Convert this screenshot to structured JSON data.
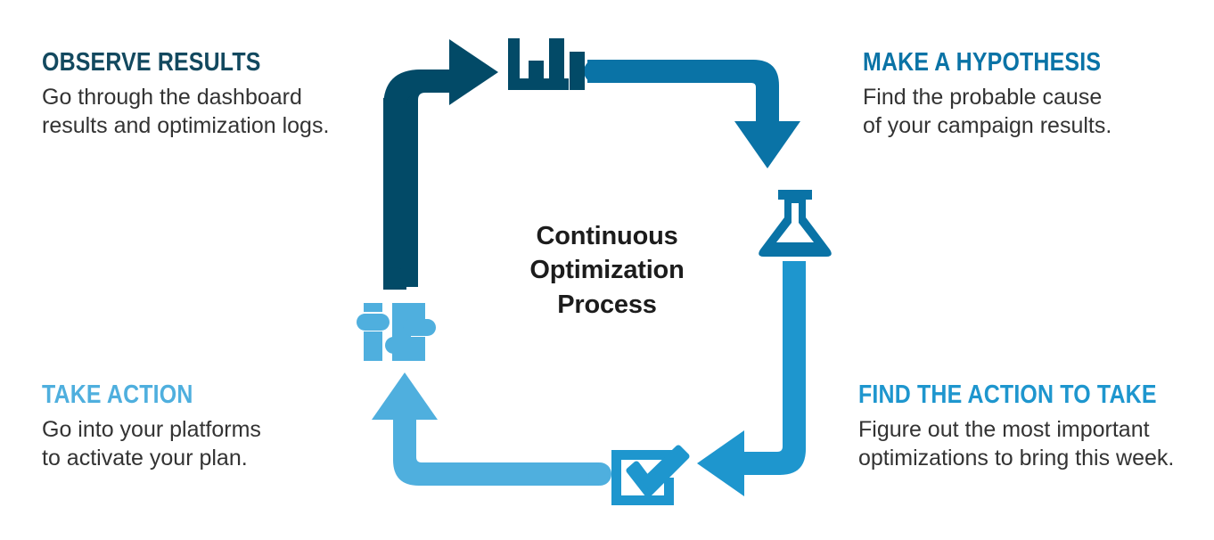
{
  "diagram": {
    "center_title_lines": [
      "Continuous",
      "Optimization",
      "Process"
    ],
    "center_title_line_1": "Continuous",
    "center_title_line_2": "Optimization",
    "center_title_line_3": "Process",
    "background_color": "#ffffff",
    "body_text_color": "#333333",
    "title_text_color": "#1c1c1c"
  },
  "palette": {
    "navy": "#024A67",
    "blue": "#0A73A6",
    "mid_blue": "#1E96CE",
    "light_blue": "#4FAFDE"
  },
  "steps": [
    {
      "id": "observe-results",
      "heading": "OBSERVE RESULTS",
      "body": "Go through the dashboard\nresults and optimization logs.",
      "heading_color": "#13495F",
      "icon": "bar-chart-icon",
      "icon_color": "#024A67",
      "arrow": "arrow-up-right",
      "arrow_color": "#024A67",
      "position": "top-left"
    },
    {
      "id": "make-a-hypothesis",
      "heading": "MAKE A HYPOTHESIS",
      "body": "Find the probable cause\nof your campaign results.",
      "heading_color": "#0A73A6",
      "icon": "flask-icon",
      "icon_color": "#0A73A6",
      "arrow": "arrow-right-down",
      "arrow_color": "#0A73A6",
      "position": "top-right"
    },
    {
      "id": "find-the-action-to-take",
      "heading": "FIND THE ACTION TO TAKE",
      "body": "Figure out the most important\noptimizations to bring this week.",
      "heading_color": "#1E96CE",
      "icon": "checkbox-check-icon",
      "icon_color": "#1E96CE",
      "arrow": "arrow-down-left",
      "arrow_color": "#1E96CE",
      "position": "bottom-right"
    },
    {
      "id": "take-action",
      "heading": "TAKE ACTION",
      "body": "Go into your platforms\nto activate your plan.",
      "heading_color": "#4FAFDE",
      "icon": "sliders-icon",
      "icon_color": "#4FAFDE",
      "arrow": "arrow-left-up",
      "arrow_color": "#4FAFDE",
      "position": "bottom-left"
    }
  ]
}
